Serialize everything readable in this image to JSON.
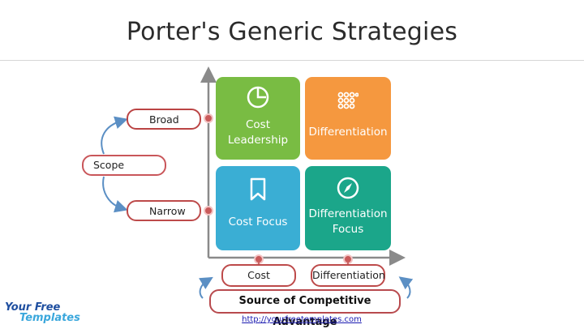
{
  "title": "Porter's Generic Strategies",
  "quadrants": {
    "cost_leadership": {
      "label": "Cost Leadership",
      "color": "#79bc43",
      "icon": "pie-chart-icon"
    },
    "differentiation": {
      "label": "Differentiation",
      "color": "#f5983f",
      "icon": "dots-grid-icon"
    },
    "cost_focus": {
      "label": "Cost Focus",
      "color": "#3aaed4",
      "icon": "bookmark-icon"
    },
    "differentiation_focus": {
      "label": "Differentiation Focus",
      "color": "#1ba68a",
      "icon": "compass-icon"
    }
  },
  "scope": {
    "label": "Scope",
    "broad": "Broad",
    "narrow": "Narrow"
  },
  "advantage": {
    "label": "Source of Competitive Advantage",
    "cost": "Cost",
    "differentiation": "Differentiation"
  },
  "accent_color": "#bd4a4a",
  "axis_color": "#8a8a8a",
  "link": "http://yourfreetemplates.com",
  "logo": {
    "line1": "Your Free",
    "line2": "Templates"
  }
}
